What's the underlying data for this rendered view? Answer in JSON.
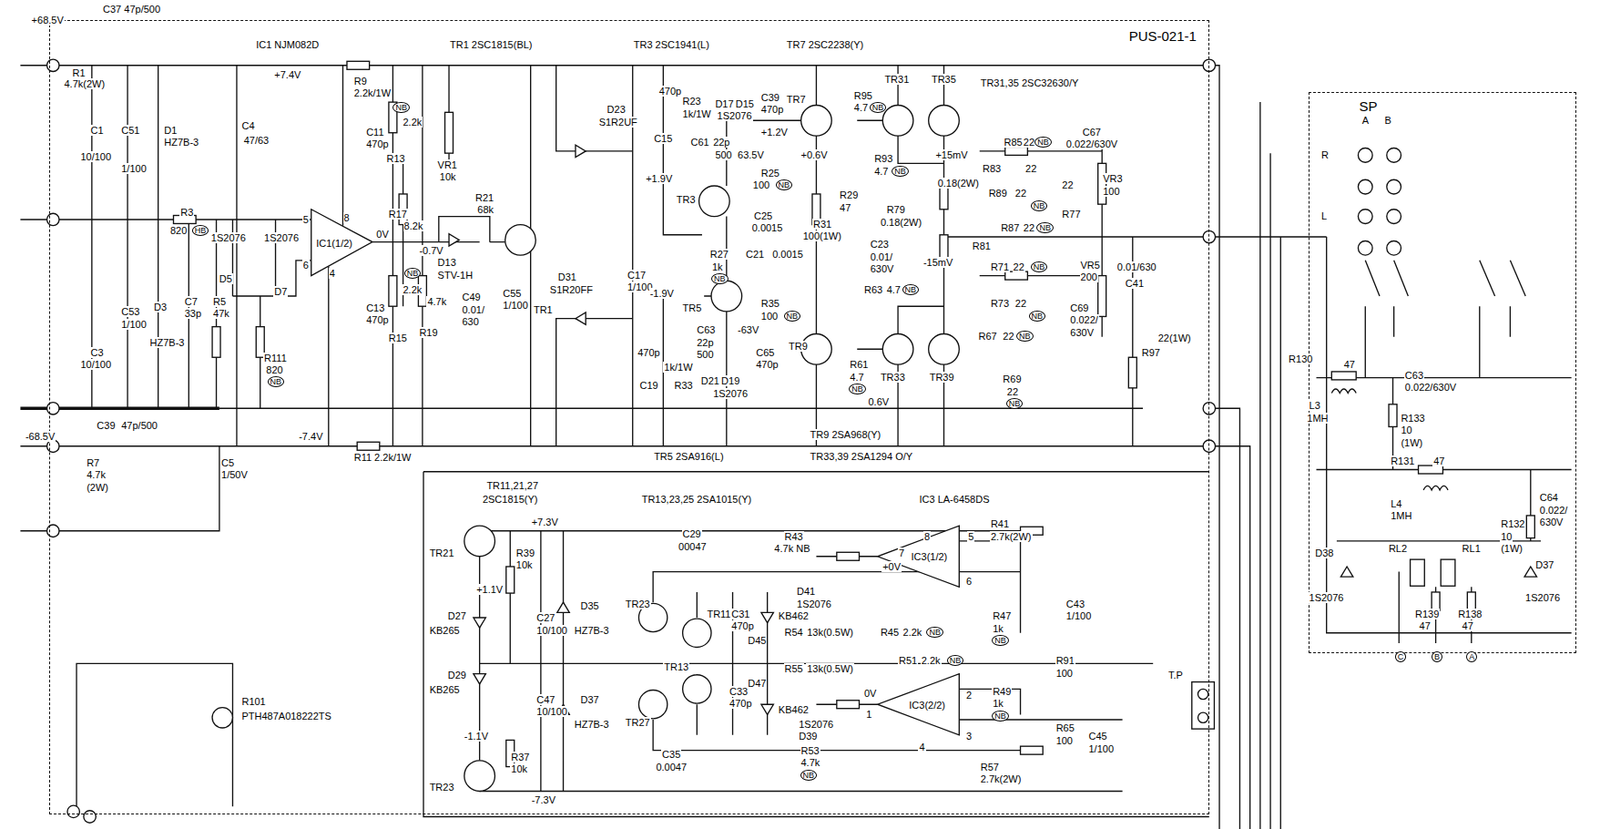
{
  "diagram": {
    "nodes": [
      {
        "text": [
          "PUS-021-1"
        ]
      },
      {
        "text": [
          "SP"
        ]
      }
    ],
    "labels": [
      "+68.5V",
      "C37 47p/500",
      "R1",
      "4.7k(2W)",
      "IC1 NJM082D",
      "+7.4V",
      "TR1 2SC1815(BL)",
      "TR3 2SC1941(L)",
      "TR7 2SC2238(Y)",
      "C1",
      "10/100",
      "C51",
      "1/100",
      "D1",
      "HZ7B-3",
      "C4",
      "47/63",
      "R9",
      "2.2k/1W",
      "NB",
      "C11",
      "470p",
      "R13",
      "2.2k",
      "VR1",
      "10k",
      "R3",
      "820",
      "HB",
      "5",
      "8",
      "6",
      "4",
      "IC1(1/2)",
      "0V",
      "1S2076",
      "D5",
      "1S2076",
      "D7",
      "R17",
      "8.2k",
      "R21",
      "68k",
      "-0.7V",
      "D13",
      "STV-1H",
      "C55",
      "1/100",
      "TR1",
      "D23",
      "S1R2UF",
      "D31",
      "S1R20FF",
      "C3",
      "10/100",
      "C53",
      "1/100",
      "D3",
      "HZ7B-3",
      "C7",
      "33p",
      "R5",
      "47k",
      "R111",
      "820",
      "NB",
      "C13",
      "470p",
      "R15",
      "2.2k",
      "NB",
      "R19",
      "4.7k",
      "C49",
      "0.01/",
      "630",
      "C17",
      "1/100",
      "C15",
      "470p",
      "R23",
      "1k/1W",
      "D17",
      "D15",
      "1S2076",
      "C39",
      "470p",
      "C61",
      "22p",
      "500",
      "63.5V",
      "+1.2V",
      "+1.9V",
      "TR3",
      "R25",
      "100",
      "NB",
      "C25",
      "0.0015",
      "R27",
      "1k",
      "NB",
      "C21",
      "0.0015",
      "TR5",
      "-1.9V",
      "R35",
      "100",
      "NB",
      "C63",
      "22p",
      "500",
      "-63V",
      "C19",
      "470p",
      "R33",
      "1k/1W",
      "D21",
      "D19",
      "1S2076",
      "C65",
      "470p",
      "TR7",
      "+0.6V",
      "R95",
      "4.7",
      "NB",
      "TR31",
      "TR35",
      "TR31,35 2SC32630/Y",
      "+15mV",
      "R85",
      "22",
      "NB",
      "C67",
      "0.022/630V",
      "R93",
      "4.7",
      "NB",
      "R83",
      "22",
      "R89",
      "22",
      "NB",
      "R77",
      "22",
      "VR3",
      "100",
      "R29",
      "47",
      "R79",
      "0.18(2W)",
      "0.18(2W)",
      "R81",
      "R87",
      "22",
      "NB",
      "R31",
      "100(1W)",
      "C23",
      "0.01/",
      "630V",
      "-15mV",
      "R71",
      "22",
      "NB",
      "VR5",
      "200",
      "C41",
      "0.01/630",
      "R63",
      "4.7",
      "NB",
      "R73",
      "22",
      "NB",
      "C69",
      "0.022/",
      "630V",
      "R67",
      "22",
      "NB",
      "R61",
      "4.7",
      "NB",
      "0.6V",
      "TR9",
      "TR33",
      "TR39",
      "R69",
      "22",
      "NB",
      "R97",
      "22(1W)",
      "-68.5V",
      "C39",
      "47p/500",
      "R7",
      "4.7k",
      "(2W)",
      "C5",
      "1/50V",
      "-7.4V",
      "R11",
      "2.2k/1W",
      "TR5 2SA916(L)",
      "TR9 2SA968(Y)",
      "TR33,39 2SA1294 O/Y",
      "TR11,21,27",
      "2SC1815(Y)",
      "TR13,23,25 2SA1015(Y)",
      "IC3 LA-6458DS",
      "+7.3V",
      "TR21",
      "R39",
      "10k",
      "+1.1V",
      "D27",
      "KB265",
      "C27",
      "10/100",
      "D35",
      "HZ7B-3",
      "C29",
      "00047",
      "R43",
      "4.7k NB",
      "8",
      "5",
      "7",
      "+0V",
      "IC3(1/2)",
      "6",
      "R41",
      "2.7k(2W)",
      "TR23",
      "TR11",
      "C31",
      "470p",
      "D45",
      "KB462",
      "D41",
      "1S2076",
      "R54",
      "13k(0.5W)",
      "R45",
      "2.2k",
      "NB",
      "R47",
      "1k",
      "NB",
      "C43",
      "1/100",
      "D29",
      "KB265",
      "C47",
      "10/100",
      "D37",
      "HZ7B-3",
      "TR13",
      "TR27",
      "C33",
      "470p",
      "D47",
      "KB462",
      "R55",
      "13k(0.5W)",
      "1S2076",
      "D39",
      "R51",
      "2.2k",
      "NB",
      "R49",
      "1k",
      "NB",
      "R91",
      "100",
      "T.P",
      "0V",
      "1",
      "IC3(2/2)",
      "2",
      "3",
      "4",
      "R65",
      "100",
      "C45",
      "1/100",
      "C35",
      "0.0047",
      "R53",
      "4.7k",
      "NB",
      "R57",
      "2.7k(2W)",
      "-1.1V",
      "TR23",
      "R37",
      "10k",
      "-7.3V",
      "R101",
      "PTH487A018222TS",
      "A",
      "B",
      "R",
      "L",
      "R130",
      "47",
      "L3",
      "1MH",
      "C63",
      "0.022/630V",
      "R133",
      "10",
      "(1W)",
      "R131",
      "47",
      "L4",
      "1MH",
      "C64",
      "0.022/",
      "630V",
      "R132",
      "10",
      "(1W)",
      "D38",
      "1S2076",
      "RL2",
      "RL1",
      "D37",
      "1S2076",
      "R139",
      "47",
      "R138",
      "47",
      "C",
      "B",
      "A"
    ]
  }
}
